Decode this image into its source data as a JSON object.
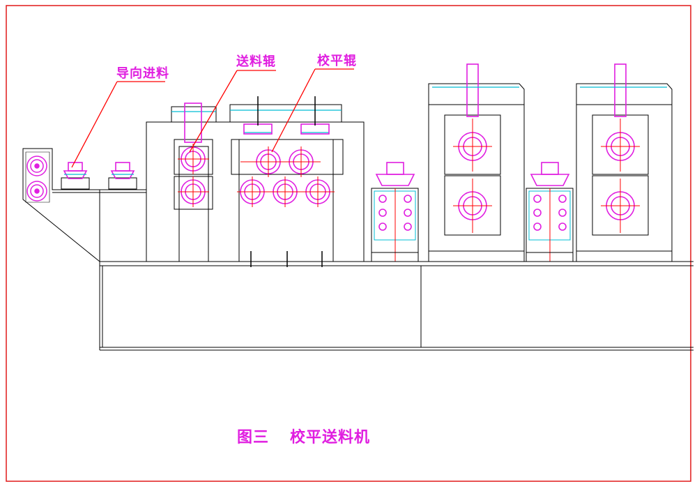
{
  "labels": {
    "guide_feed": "导向进料",
    "feed_roller": "送料辊",
    "leveling_roller": "校平辊"
  },
  "caption": {
    "figure_no": "图三",
    "title": "校平送料机"
  },
  "colors": {
    "frame": "#e01818",
    "outline": "#000000",
    "roller": "#e01ee0",
    "center_line": "#ff0000",
    "leader": "#ff0000",
    "accent": "#00bcd4",
    "text": "#e01ee0"
  }
}
